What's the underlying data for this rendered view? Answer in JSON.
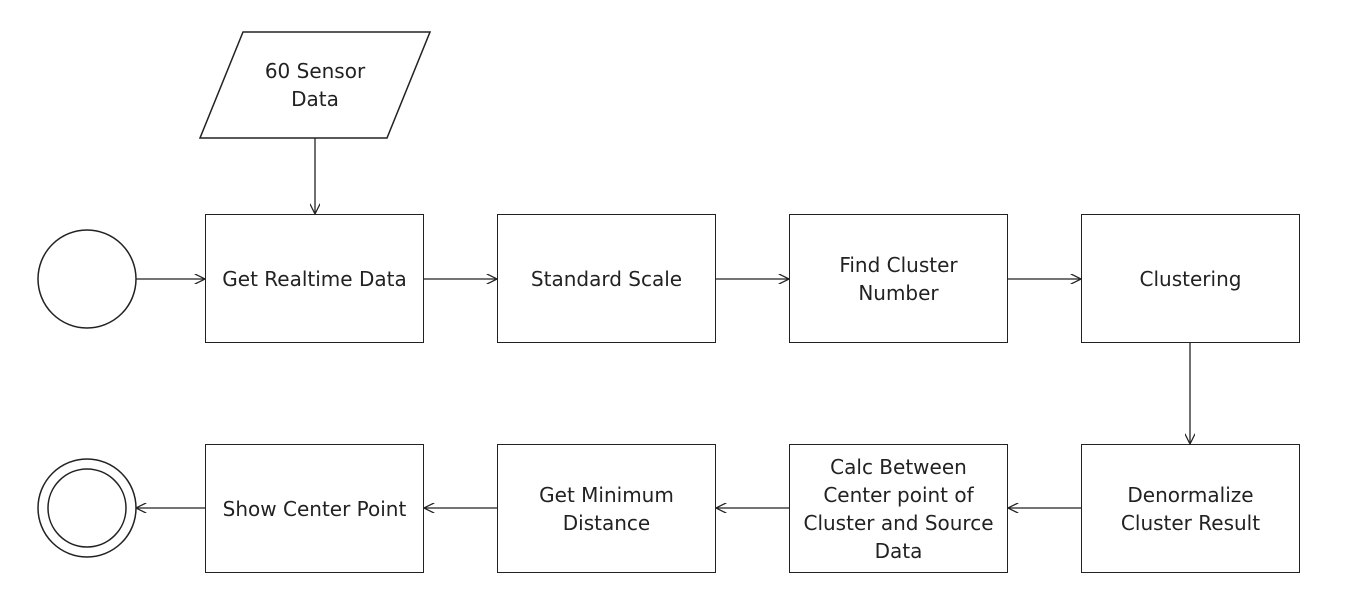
{
  "diagram": {
    "input": {
      "label": "60 Sensor\nData"
    },
    "start_node": {},
    "end_node": {},
    "steps": {
      "get_realtime": "Get Realtime Data",
      "standard_scale": "Standard Scale",
      "find_cluster_number": "Find Cluster\nNumber",
      "clustering": "Clustering",
      "denormalize": "Denormalize\nCluster Result",
      "calc_between": "Calc Between\nCenter point of\nCluster and Source\nData",
      "get_min_distance": "Get Minimum\nDistance",
      "show_center": "Show Center Point"
    }
  }
}
